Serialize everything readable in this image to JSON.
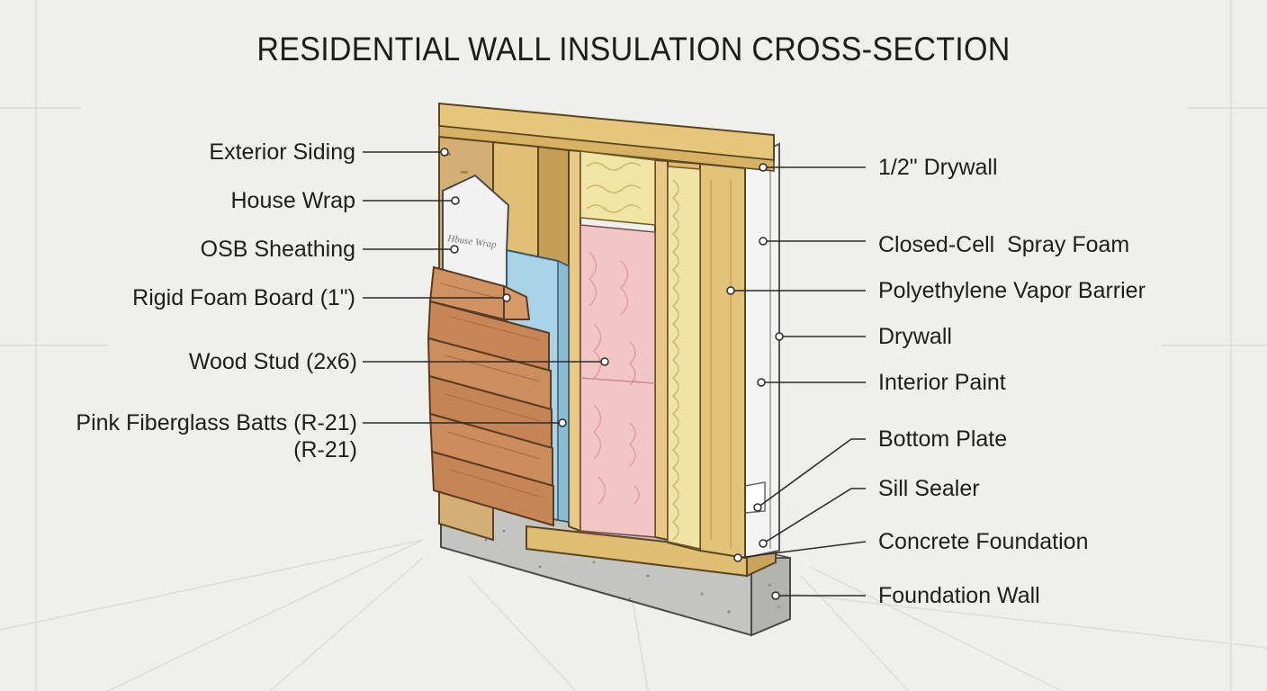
{
  "title": "RESIDENTIAL WALL INSULATION CROSS-SECTION",
  "wrap_print": "Hbuse Wrap",
  "labels_left": [
    {
      "id": "exterior-siding",
      "text": "Exterior Siding"
    },
    {
      "id": "house-wrap",
      "text": "House Wrap"
    },
    {
      "id": "osb-sheathing",
      "text": "OSB Sheathing"
    },
    {
      "id": "rigid-foam-board",
      "text": "Rigid Foam Board (1\")"
    },
    {
      "id": "wood-stud",
      "text": "Wood Stud (2x6)"
    },
    {
      "id": "pink-fiberglass-batts",
      "text": "Pink Fiberglass Batts (R-21)",
      "sub": "(R-21)"
    }
  ],
  "labels_right": [
    {
      "id": "half-inch-drywall",
      "text": "1/2\" Drywall"
    },
    {
      "id": "closed-cell-spray-foam",
      "text": "Closed-Cell  Spray Foam"
    },
    {
      "id": "polyethylene-vapor-barrier",
      "text": "Polyethylene Vapor Barrier"
    },
    {
      "id": "drywall",
      "text": "Drywall"
    },
    {
      "id": "interior-paint",
      "text": "Interior Paint"
    },
    {
      "id": "bottom-plate",
      "text": "Bottom Plate"
    },
    {
      "id": "sill-sealer",
      "text": "Sill Sealer"
    },
    {
      "id": "concrete-foundation",
      "text": "Concrete Foundation"
    },
    {
      "id": "foundation-wall",
      "text": "Foundation Wall"
    }
  ],
  "colors": {
    "background": "#efefec",
    "lumber": "#e3c27a",
    "osb": "#d6b27a",
    "siding": "#c98a5a",
    "rigid_foam": "#a9d3e6",
    "fiberglass": "#f2c4c4",
    "spray_foam": "#f1e3a6",
    "drywall": "#f4f4f4",
    "concrete": "#c9c9c6"
  }
}
